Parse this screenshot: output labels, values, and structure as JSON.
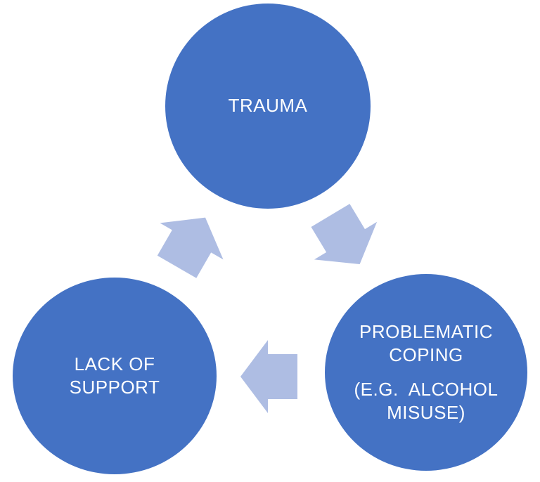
{
  "diagram": {
    "type": "cycle",
    "background_color": "#FFFFFF",
    "node_fill_color": "#4472C4",
    "arrow_fill_color": "#AEBDE3",
    "label_text_color": "#FFFFFF",
    "nodes": [
      {
        "id": "trauma",
        "label": "TRAUMA"
      },
      {
        "id": "problematic-coping",
        "lines": [
          "PROBLEMATIC COPING",
          "(E.G.  ALCOHOL MISUSE)"
        ]
      },
      {
        "id": "lack-of-support",
        "label": "LACK OF SUPPORT"
      }
    ],
    "arrows": [
      {
        "id": "trauma-to-coping",
        "from": "TRAUMA",
        "to": "PROBLEMATIC COPING",
        "direction": "down-right"
      },
      {
        "id": "coping-to-support",
        "from": "PROBLEMATIC COPING",
        "to": "LACK OF SUPPORT",
        "direction": "left"
      },
      {
        "id": "support-to-trauma",
        "from": "LACK OF SUPPORT",
        "to": "TRAUMA",
        "direction": "up-right"
      }
    ]
  }
}
